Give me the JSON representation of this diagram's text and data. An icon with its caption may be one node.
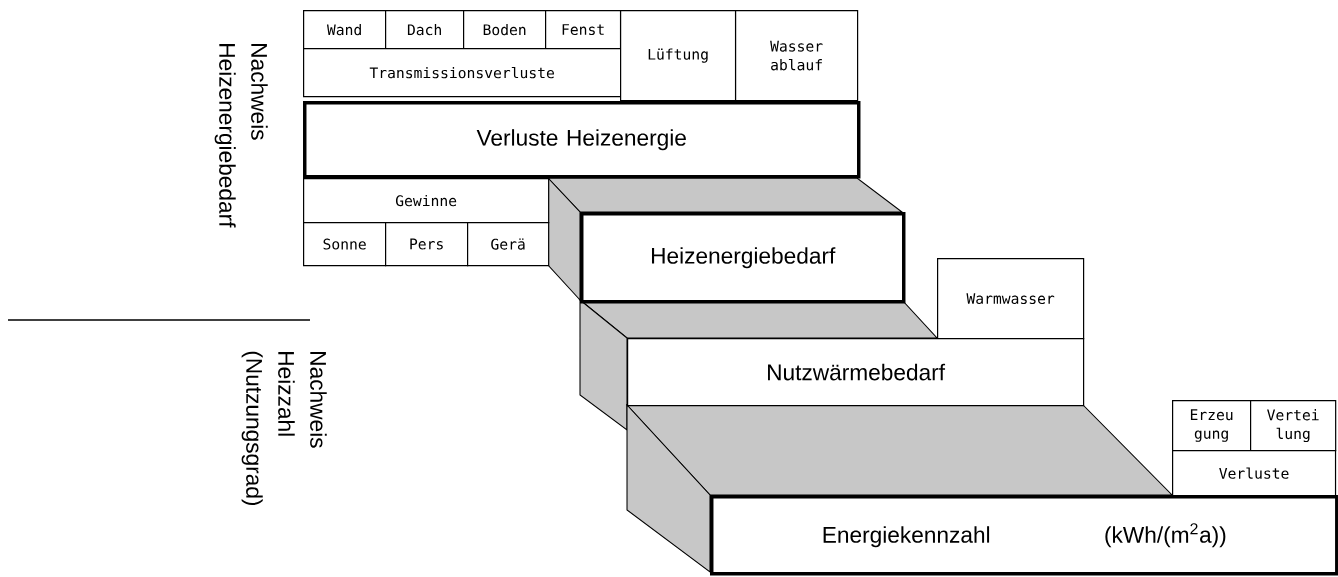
{
  "diagram": {
    "nodes": [
      {
        "text": [
          "Wand"
        ]
      },
      {
        "text": [
          "Dach"
        ]
      },
      {
        "text": [
          "Boden"
        ]
      },
      {
        "text": [
          "Fenst"
        ]
      },
      {
        "text": [
          "Transmissionsverluste"
        ]
      },
      {
        "text": [
          "Lüftung"
        ]
      },
      {
        "text": [
          "Wasser ablauf"
        ]
      },
      {
        "text": [
          "Verluste Heizenergie"
        ]
      },
      {
        "text": [
          "Gewinne"
        ]
      },
      {
        "text": [
          "Sonne"
        ]
      },
      {
        "text": [
          "Pers"
        ]
      },
      {
        "text": [
          "Gerä"
        ]
      },
      {
        "text": [
          "Heizenergiebedarf"
        ]
      },
      {
        "text": [
          "Warmwasser"
        ]
      },
      {
        "text": [
          "Nutzwärmebedarf"
        ]
      },
      {
        "text": [
          "Erzeu gung"
        ]
      },
      {
        "text": [
          "Vertei lung"
        ]
      },
      {
        "text": [
          "Verluste"
        ]
      },
      {
        "text": [
          "Energiekennzahl",
          "(kWh/(m$^{2}$a))"
        ]
      }
    ],
    "labels": [
      "Nachweis Heizenergiebedarf",
      "Nachweis Heizzahl (Nutzungsgrad)"
    ]
  }
}
